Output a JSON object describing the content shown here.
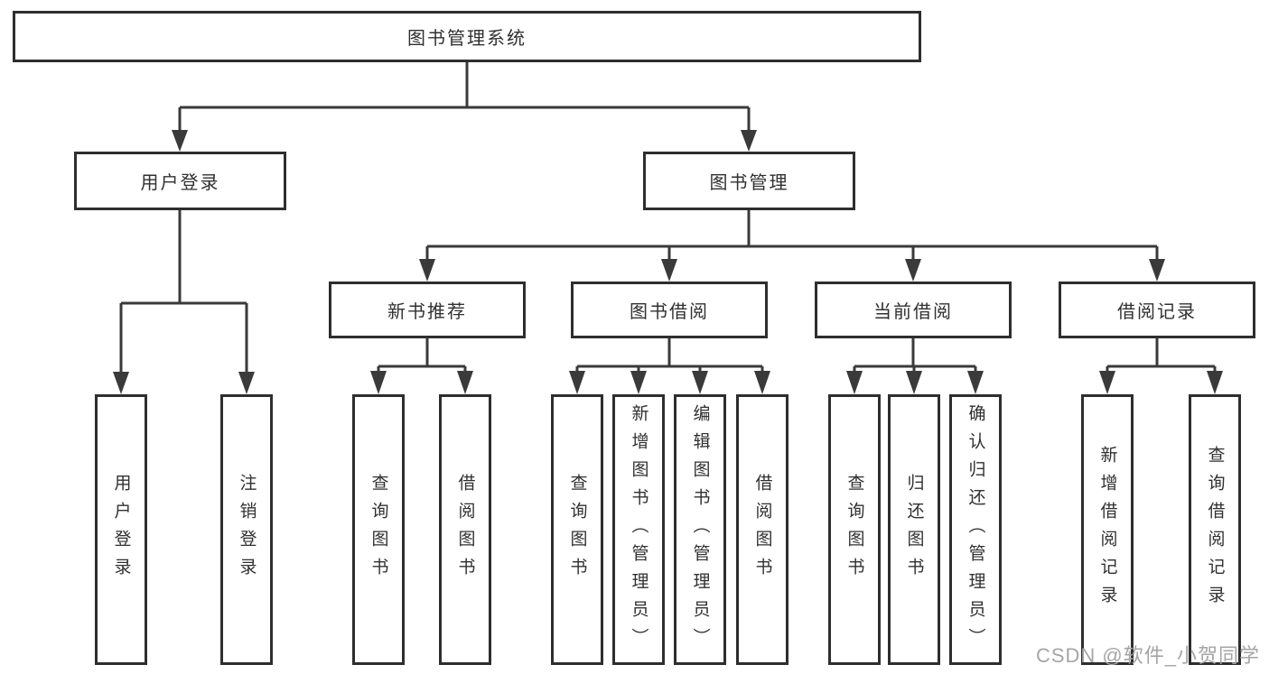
{
  "diagram_title": "图书管理系统",
  "nodes": {
    "root": "图书管理系统",
    "user_login": "用户登录",
    "book_management": "图书管理",
    "new_book_recommendation": "新书推荐",
    "book_borrowing": "图书借阅",
    "current_borrowing": "当前借阅",
    "borrowing_records": "借阅记录",
    "leaf_user_login": "用户登录",
    "leaf_logout": "注销登录",
    "leaf_recommend_query_books": "查询图书",
    "leaf_recommend_borrow_books": "借阅图书",
    "leaf_borrow_query_books": "查询图书",
    "leaf_borrow_add_books": "新增图书（管理员）",
    "leaf_borrow_edit_books": "编辑图书（管理员）",
    "leaf_borrow_borrow_books": "借阅图书",
    "leaf_current_query_books": "查询图书",
    "leaf_current_return_books": "归还图书",
    "leaf_current_confirm_return": "确认归还（管理员）",
    "leaf_records_add_record": "新增借阅记录",
    "leaf_records_query_record": "查询借阅记录"
  },
  "watermark": "CSDN @软件_小贺同学",
  "colors": {
    "background": "#ffffff",
    "box_border": "#2e2e2e",
    "line": "#3a3a3a",
    "text": "#303030",
    "watermark": "#a5a5a5"
  }
}
